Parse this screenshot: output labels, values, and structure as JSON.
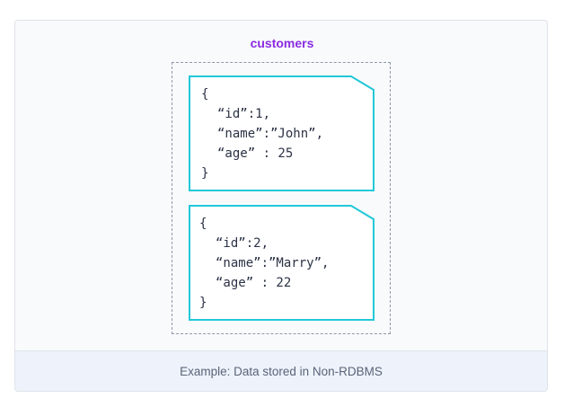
{
  "collection": {
    "name": "customers"
  },
  "documents": [
    {
      "open": "{",
      "lines": [
        "“id”:1,",
        "“name”:”John”,",
        "“age” : 25"
      ],
      "close": "}"
    },
    {
      "open": "{",
      "lines": [
        "“id”:2,",
        "“name”:”Marry”,",
        "“age” : 22"
      ],
      "close": "}"
    }
  ],
  "caption": "Example: Data stored in Non-RDBMS",
  "colors": {
    "title": "#8a2be2",
    "document_border": "#22c8d8",
    "dashed_border": "#8e97a8",
    "text": "#2b3245",
    "caption_bg": "#eef2fb"
  }
}
